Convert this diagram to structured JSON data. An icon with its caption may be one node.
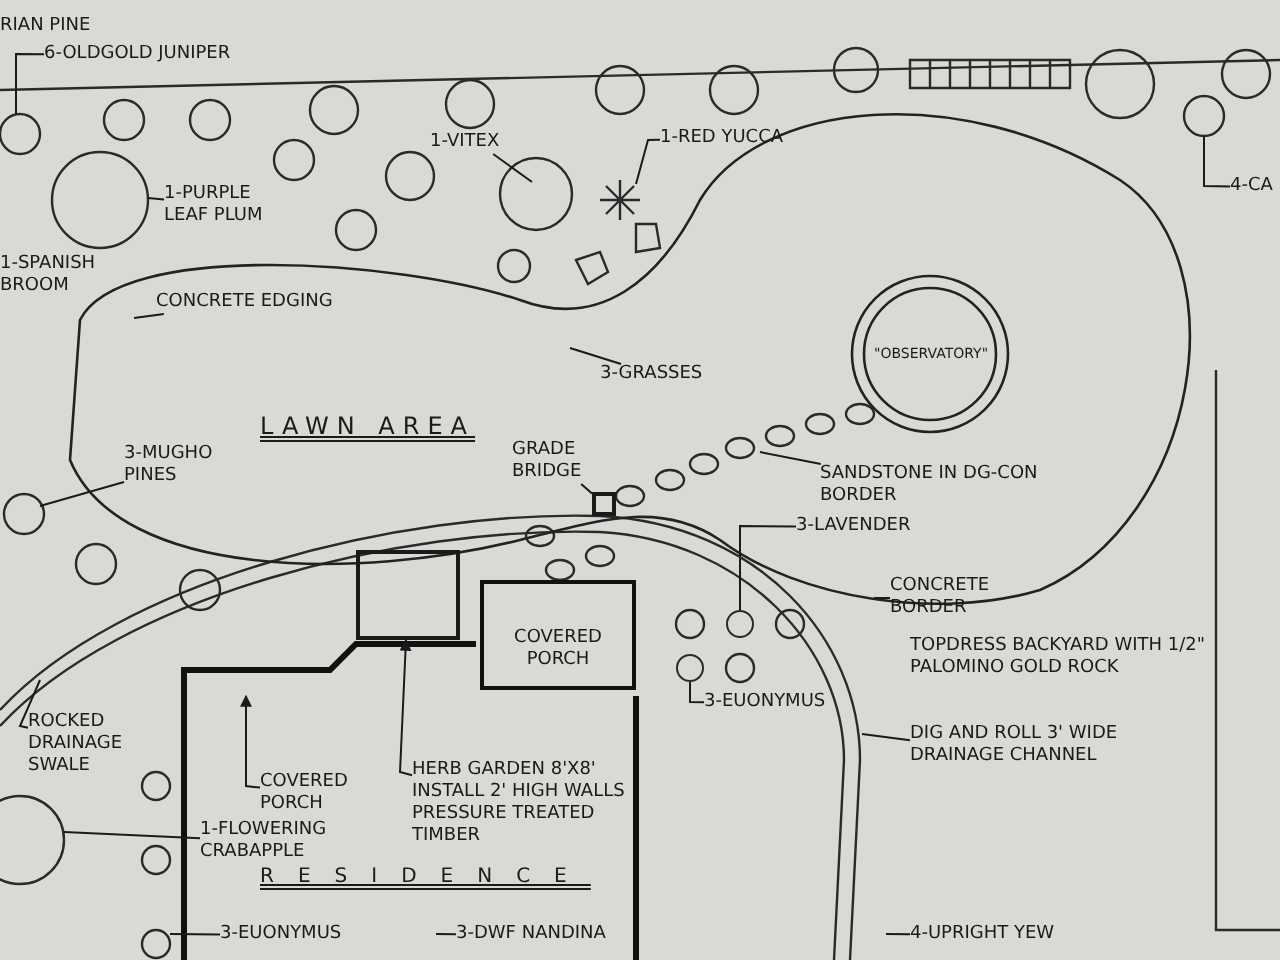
{
  "diagram": {
    "nodes": [
      {
        "text": [
          "RIAN PINE"
        ]
      },
      {
        "text": [
          "6-OLDGOLD JUNIPER"
        ]
      },
      {
        "text": [
          "1-VITEX"
        ]
      },
      {
        "text": [
          "1-RED YUCCA"
        ]
      },
      {
        "text": [
          "4-CA"
        ]
      },
      {
        "text": [
          "1-PURPLE LEAF PLUM"
        ]
      },
      {
        "text": [
          "1-SPANISH BROOM"
        ]
      },
      {
        "text": [
          "LAWN AREA"
        ]
      },
      {
        "text": [
          "CONCRETE EDGING"
        ],
        "in": 7
      },
      {
        "text": [
          "\"OBSERVATORY\""
        ],
        "in": 7
      },
      {
        "text": [
          "3-GRASSES"
        ],
        "in": 7
      },
      {
        "text": [
          "3-MUGHO PINES"
        ],
        "in": 7
      },
      {
        "text": [
          "GRADE BRIDGE"
        ],
        "in": 7
      },
      {
        "text": [
          "SANDSTONE IN DG-CON BORDER"
        ],
        "in": 7
      },
      {
        "text": [
          "3-LAVENDER"
        ],
        "in": 7
      },
      {
        "text": [],
        "shape": "box"
      },
      {
        "text": [
          "COVERED PORCH"
        ]
      },
      {
        "text": [
          "CONCRETE BORDER"
        ]
      },
      {
        "text": [
          "TOPDRESS BACKYARD WITH 1/2\" PALOMINO GOLD ROCK"
        ]
      },
      {
        "text": [
          "3-EUONYMUS"
        ]
      },
      {
        "text": [
          "ROCKED DRAINAGE SWALE"
        ]
      },
      {
        "text": [
          "DIG AND ROLL 3' WIDE DRAINAGE CHANNEL"
        ]
      },
      {
        "text": [
          "RESIDENCE"
        ]
      },
      {
        "text": [
          "COVERED PORCH"
        ],
        "in": 22
      },
      {
        "text": [
          "HERB GARDEN 8'X8' INSTALL 2' HIGH WALLS PRESSURE TREATED TIMBER"
        ],
        "in": 22
      },
      {
        "text": [
          "1-FLOWERING CRABAPPLE"
        ],
        "in": 22
      },
      {
        "text": [
          "3-EUONYMUS"
        ],
        "in": 22
      },
      {
        "text": [
          "3-DWF NANDINA"
        ],
        "in": 22
      },
      {
        "text": [
          "4-UPRIGHT YEW"
        ]
      },
      {
        "text": [],
        "shape": "box",
        "in": 7
      },
      {
        "text": [],
        "shape": "circle"
      },
      {
        "text": [],
        "shape": "circle"
      }
    ],
    "edges": [
      {
        "from": 1,
        "to": null,
        "arrow": "none"
      },
      {
        "from": 2,
        "to": null,
        "arrow": "none"
      },
      {
        "from": 3,
        "to": null,
        "arrow": "none"
      },
      {
        "from": 4,
        "to": null,
        "arrow": "none"
      },
      {
        "from": 5,
        "to": null,
        "arrow": "none"
      },
      {
        "from": 8,
        "to": null,
        "arrow": "none"
      },
      {
        "from": 10,
        "to": null,
        "arrow": "none"
      },
      {
        "from": 11,
        "to": null,
        "arrow": "none"
      },
      {
        "from": 12,
        "to": 29,
        "arrow": "none"
      },
      {
        "from": 13,
        "to": null,
        "arrow": "none"
      },
      {
        "from": 14,
        "to": 30,
        "arrow": "none"
      },
      {
        "from": 17,
        "to": null,
        "arrow": "none"
      },
      {
        "from": 19,
        "to": 31,
        "arrow": "none"
      },
      {
        "from": 20,
        "to": null,
        "arrow": "none"
      },
      {
        "from": 21,
        "to": null,
        "arrow": "none"
      },
      {
        "from": 23,
        "to": null,
        "arrow": "to"
      },
      {
        "from": 24,
        "to": 15,
        "arrow": "to"
      },
      {
        "from": 25,
        "to": null,
        "arrow": "none"
      },
      {
        "from": 26,
        "to": null,
        "arrow": "none"
      },
      {
        "from": 27,
        "to": null,
        "arrow": "none"
      },
      {
        "from": 28,
        "to": null,
        "arrow": "none"
      }
    ]
  }
}
